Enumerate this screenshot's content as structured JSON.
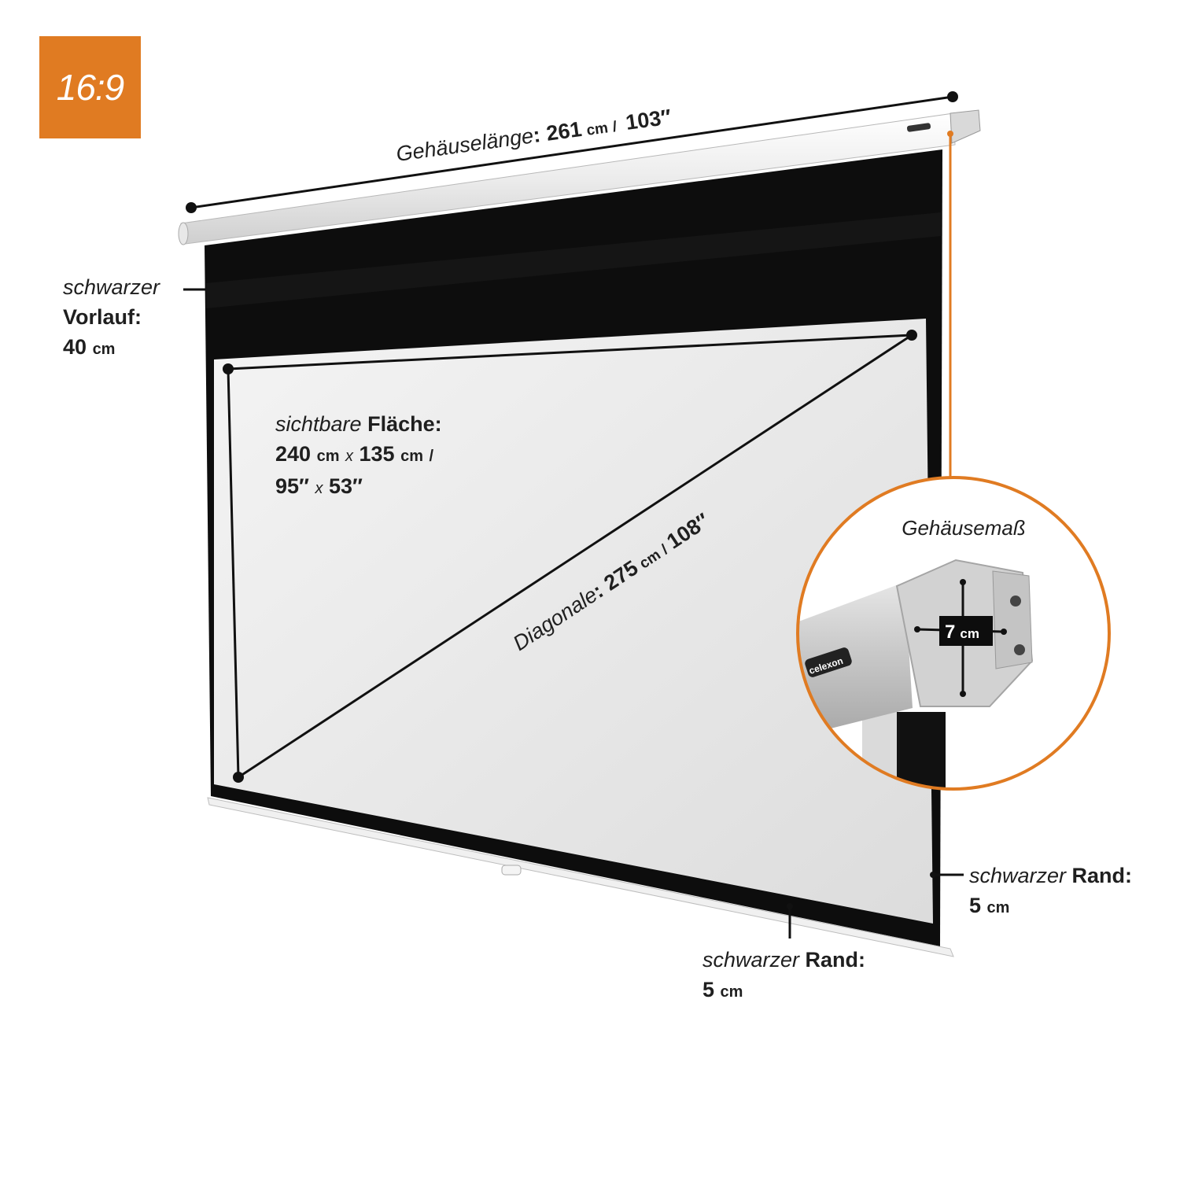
{
  "badge": {
    "aspect": "16:9"
  },
  "housing_length": {
    "label": "Gehäuselänge",
    "colon": ":",
    "cm_value": "261",
    "cm_unit": "cm",
    "sep": "/",
    "inch_value": "103″"
  },
  "black_leader": {
    "label_light": "schwarzer",
    "label_bold": "Vorlauf:",
    "value": "40",
    "unit": "cm"
  },
  "visible_area": {
    "label_light": "sichtbare",
    "label_bold": "Fläche:",
    "width_cm": "240",
    "height_cm": "135",
    "unit": "cm",
    "times": "x",
    "sep": "/",
    "width_in": "95″",
    "height_in": "53″"
  },
  "diagonal": {
    "label": "Diagonale",
    "colon": ":",
    "cm_value": "275",
    "cm_unit": "cm",
    "sep": "/",
    "inch_value": "108″"
  },
  "housing_dimension": {
    "label": "Gehäusemaß",
    "value": "7",
    "unit": "cm",
    "brand": "celexon"
  },
  "side_border": {
    "label_light": "schwarzer",
    "label_bold": "Rand:",
    "value": "5",
    "unit": "cm"
  },
  "bottom_border": {
    "label_light": "schwarzer",
    "label_bold": "Rand:",
    "value": "5",
    "unit": "cm"
  },
  "colors": {
    "accent": "#e07b22",
    "black_border": "#0d0d0d",
    "screen_surface": "#ebebeb",
    "housing": "#f2f2f2"
  }
}
